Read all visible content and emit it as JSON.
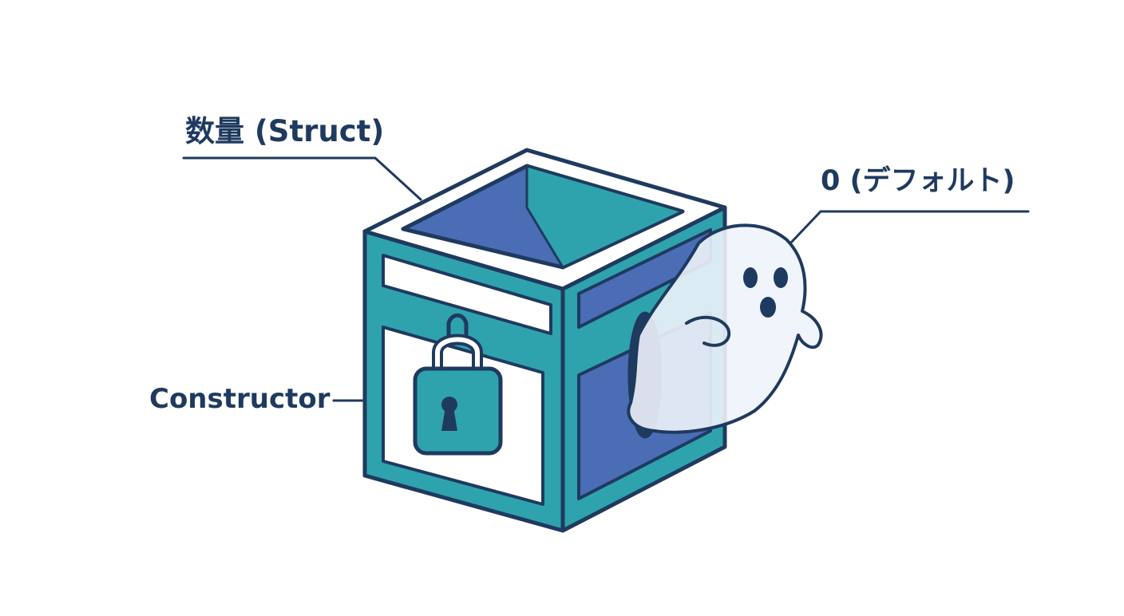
{
  "labels": {
    "struct": "数量 (Struct)",
    "default_value": "0 (デフォルト)",
    "constructor": "Constructor"
  },
  "colors": {
    "outline": "#1f3a5f",
    "teal": "#2fa3ad",
    "teal_dark": "#1f8f98",
    "blue": "#4a6db5",
    "panel": "#ffffff",
    "ghost": "#eef3fb"
  },
  "icons": {
    "box": "box-icon",
    "lock": "padlock-icon",
    "ghost": "ghost-icon"
  }
}
